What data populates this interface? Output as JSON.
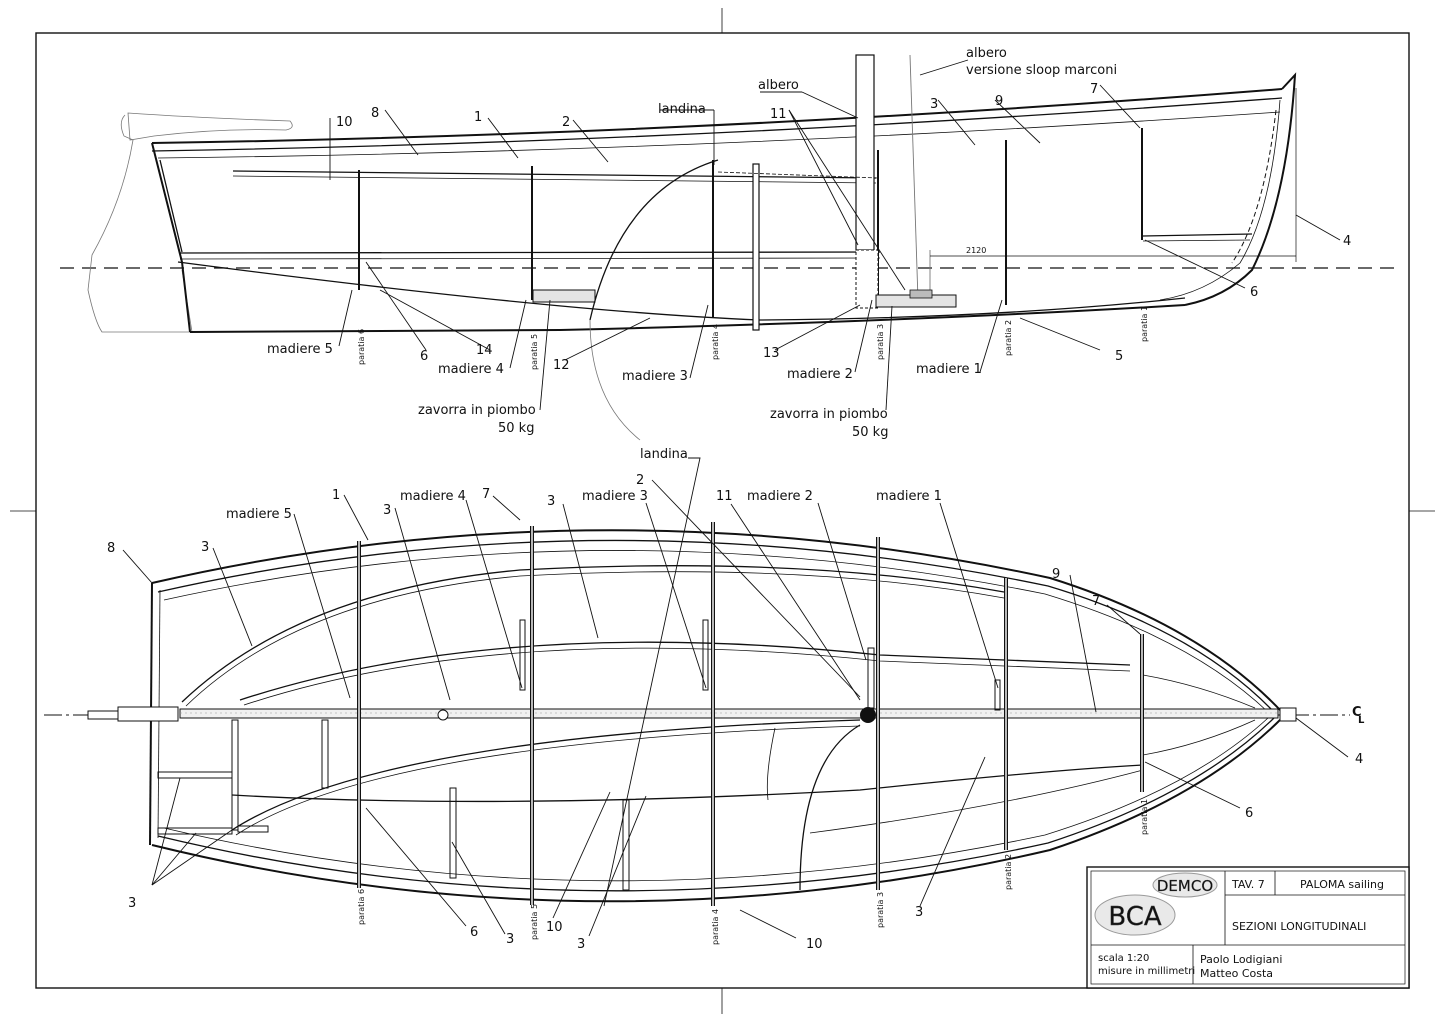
{
  "side_view": {
    "labels": [
      "albero",
      "versione sloop marconi",
      "albero",
      "landina",
      "1",
      "2",
      "3",
      "7",
      "8",
      "9",
      "10",
      "11",
      "4",
      "6",
      "14",
      "5",
      "12",
      "13",
      "madiere 5",
      "madiere 4",
      "madiere 3",
      "madiere 2",
      "madiere 1",
      "zavorra in piombo",
      "50 kg",
      "zavorra in piombo",
      "50 kg",
      "2120"
    ],
    "bulkheads": [
      "paratia 6",
      "paratia 5",
      "paratia 4",
      "paratia 3",
      "paratia 2",
      "paratia 1"
    ]
  },
  "plan_view": {
    "labels": [
      "landina",
      "2",
      "1",
      "madiere 5",
      "3",
      "madiere 4",
      "7",
      "3",
      "madiere 3",
      "11",
      "madiere 2",
      "madiere 1",
      "8",
      "3",
      "9",
      "7",
      "4",
      "6",
      "3",
      "6",
      "3",
      "10",
      "3",
      "10",
      "3"
    ],
    "centerline": "C\nL",
    "bulkheads": [
      "paratia 6",
      "paratia 5",
      "paratia 4",
      "paratia 3",
      "paratia 2",
      "paratia 1"
    ]
  },
  "title_block": {
    "logo_top": "DEMCO",
    "logo_bottom": "BCA",
    "sheet": "TAV. 7",
    "project": "PALOMA sailing",
    "subject": "SEZIONI LONGITUDINALI",
    "scale": "scala 1:20",
    "units": "misure in millimetri",
    "author1": "Paolo Lodigiani",
    "author2": "Matteo Costa"
  }
}
